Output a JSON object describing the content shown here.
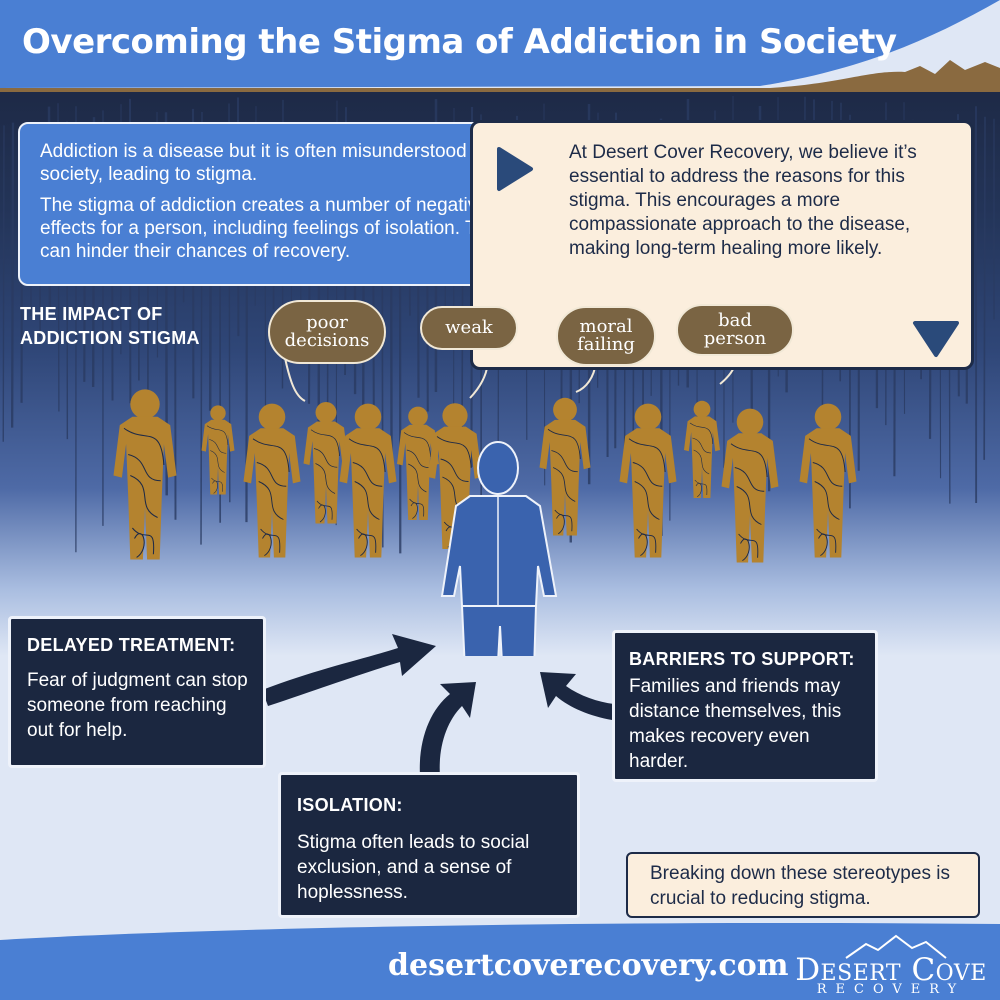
{
  "header": {
    "title": "Overcoming the Stigma of Addiction in Society"
  },
  "intro": {
    "paragraph1": "Addiction is a disease but it is often misunderstood by society, leading to stigma.",
    "paragraph2": "The stigma of addiction creates a number of negative effects for a person, including feelings of isolation. This can hinder their chances of recovery."
  },
  "mission": {
    "text": "At Desert Cover Recovery, we believe it’s essential to address the reasons for this stigma. This encourages a more compassionate approach to the disease, making long-term healing more likely."
  },
  "impact_heading": {
    "line1": "THE IMPACT OF",
    "line2": "ADDICTION STIGMA"
  },
  "bubbles": [
    {
      "line1": "poor",
      "line2": "decisions"
    },
    {
      "line1": "weak",
      "line2": ""
    },
    {
      "line1": "moral",
      "line2": "failing"
    },
    {
      "line1": "bad",
      "line2": "person"
    }
  ],
  "cards": {
    "delayed": {
      "title": "DELAYED TREATMENT:",
      "body": "Fear of judgment can stop someone from reaching out for help."
    },
    "barriers": {
      "title": "BARRIERS TO SUPPORT:",
      "body": "Families and friends may distance themselves, this makes recovery even harder."
    },
    "isolation": {
      "title": "ISOLATION:",
      "body": "Stigma often leads to social exclusion, and a sense of hoplessness."
    }
  },
  "closing": {
    "text": "Breaking down these stereotypes is crucial to reducing stigma."
  },
  "footer": {
    "url": "desertcoverecovery.com",
    "brand_name": "Desert Cove",
    "brand_sub": "RECOVERY"
  },
  "colors": {
    "header_blue": "#4a7fd3",
    "navy": "#1d2b48",
    "cream": "#fbeedd",
    "figure_ochre": "#b4832f",
    "bubble_brown": "#7a6443",
    "mountain_brown": "#8a6a40"
  },
  "icons": {
    "mission_arrow": "play-triangle-icon",
    "mission_down": "down-triangle-icon",
    "brand_mark": "mountain-logo-icon"
  }
}
